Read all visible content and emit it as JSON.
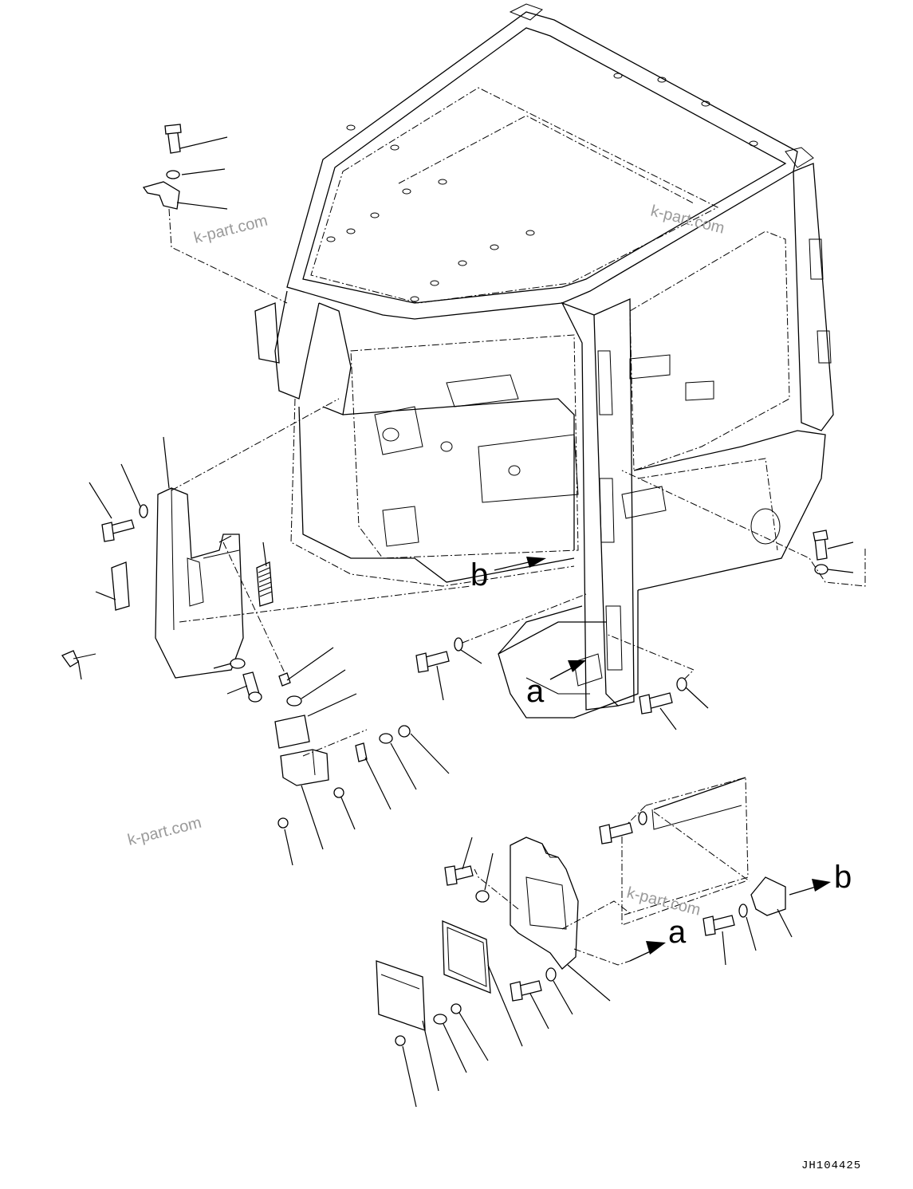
{
  "watermarks": [
    "k-part.com",
    "k-part.com",
    "k-part.com",
    "k-part.com"
  ],
  "view_refs": {
    "a_upper": "a",
    "b_upper": "b",
    "a_lower": "a",
    "b_lower": "b"
  },
  "drawing_code": "JH104425"
}
